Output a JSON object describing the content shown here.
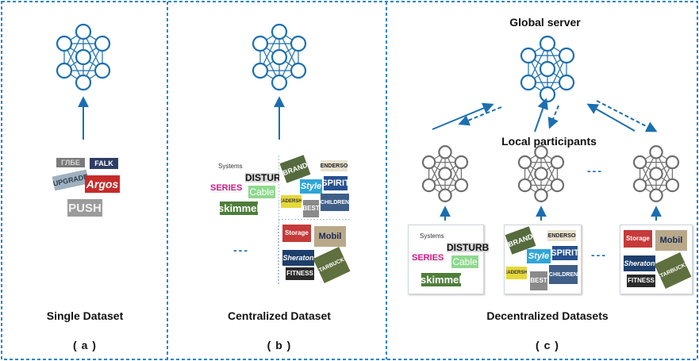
{
  "colors": {
    "network_blue": "#1b6fb0",
    "network_gray": "#6f6f6f",
    "arrow": "#1b6fb0",
    "divider": "#2a86c8"
  },
  "panels": [
    {
      "title": "Single Dataset",
      "tag": "( a )"
    },
    {
      "title": "Centralized Dataset",
      "tag": "( b )"
    },
    {
      "title": "Decentralized Datasets",
      "tag": "( c )"
    }
  ],
  "labels": {
    "global_server": "Global server",
    "local_participants": "Local participants",
    "ellipsis": "---"
  },
  "single_dataset_words": [
    "ГЛБЕ",
    "FALK",
    "UPGRADE",
    "Argos",
    "PUSH"
  ],
  "central_words_a": [
    "Systems",
    "DISTURB",
    "SERIES",
    "Cable",
    "skimmel"
  ],
  "central_signs_b": [
    "BRAND",
    "HENDERSON",
    "Style",
    "SPIRIT",
    "LEADERSHIP",
    "BEST",
    "CHILDREN"
  ],
  "central_signs_c": [
    "Storage",
    "Mobil",
    "Sheraton",
    "FITNESS",
    "STARBUCKS"
  ],
  "participant_words_1": [
    "Systems",
    "DISTURB",
    "SERIES",
    "Cable",
    "skimmel"
  ],
  "participant_signs_2": [
    "BRAND",
    "HENDERSON",
    "Style",
    "SPIRIT",
    "LEADERSHIP",
    "BEST",
    "CHILDREN"
  ],
  "participant_signs_3": [
    "Storage",
    "Mobil",
    "Sheraton",
    "FITNESS",
    "STARBUCKS"
  ]
}
